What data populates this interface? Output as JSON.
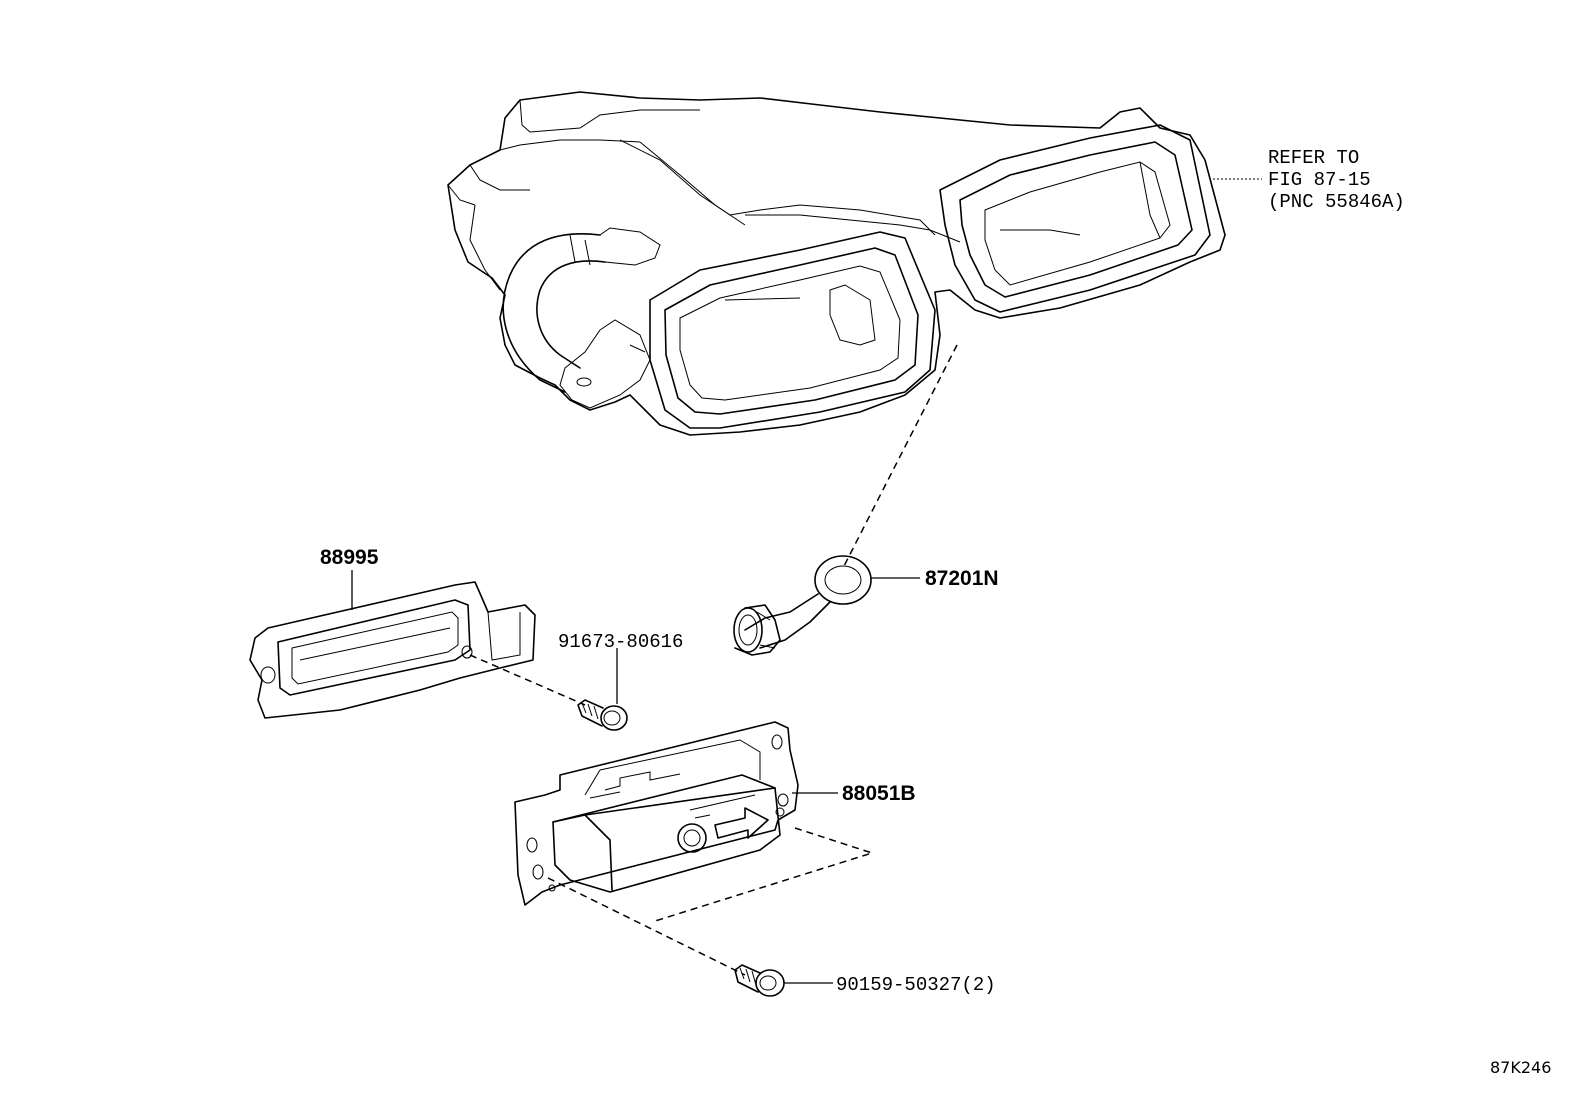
{
  "labels": {
    "duct_ref_line1": "REFER TO",
    "duct_ref_line2": "FIG 87-15",
    "duct_ref_line3": "(PNC 55846A)",
    "cover_part": "88995",
    "screw_part": "91673-80616",
    "connector_part": "87201N",
    "module_part": "88051B",
    "bolt_part": "90159-50327(2)",
    "figure_id": "87K246"
  }
}
